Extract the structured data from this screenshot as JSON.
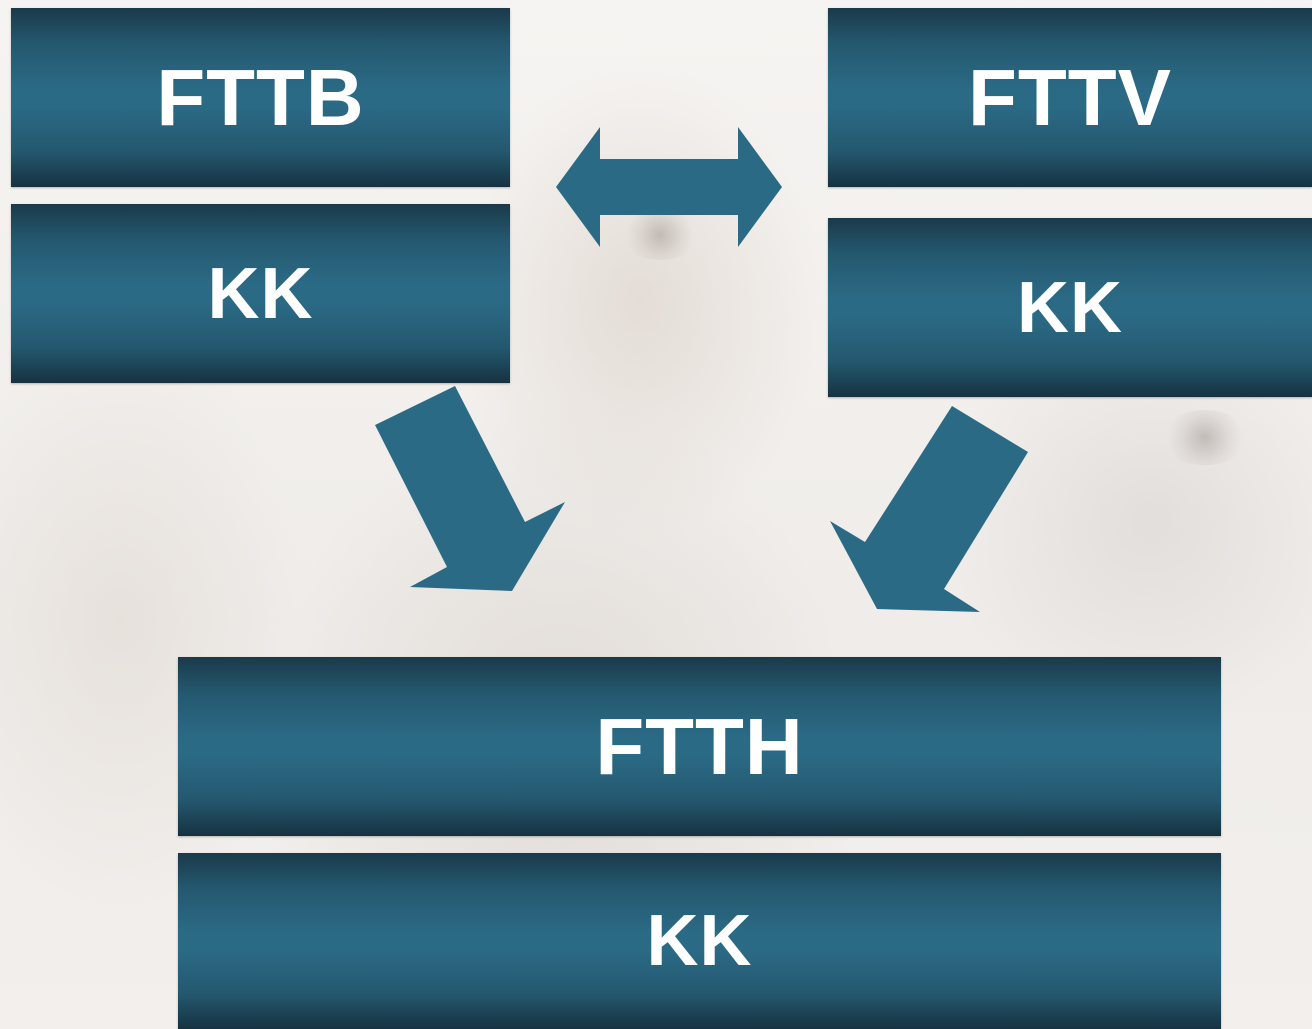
{
  "diagram": {
    "top_left": {
      "title": "FTTB",
      "sub": "KK"
    },
    "top_right": {
      "title": "FTTV",
      "sub": "KK"
    },
    "bottom": {
      "title": "FTTH",
      "sub": "KK"
    }
  },
  "colors": {
    "box_mid": "#2b6a85",
    "box_dark": "#163241",
    "arrow": "#2b6a85",
    "text": "#ffffff"
  }
}
